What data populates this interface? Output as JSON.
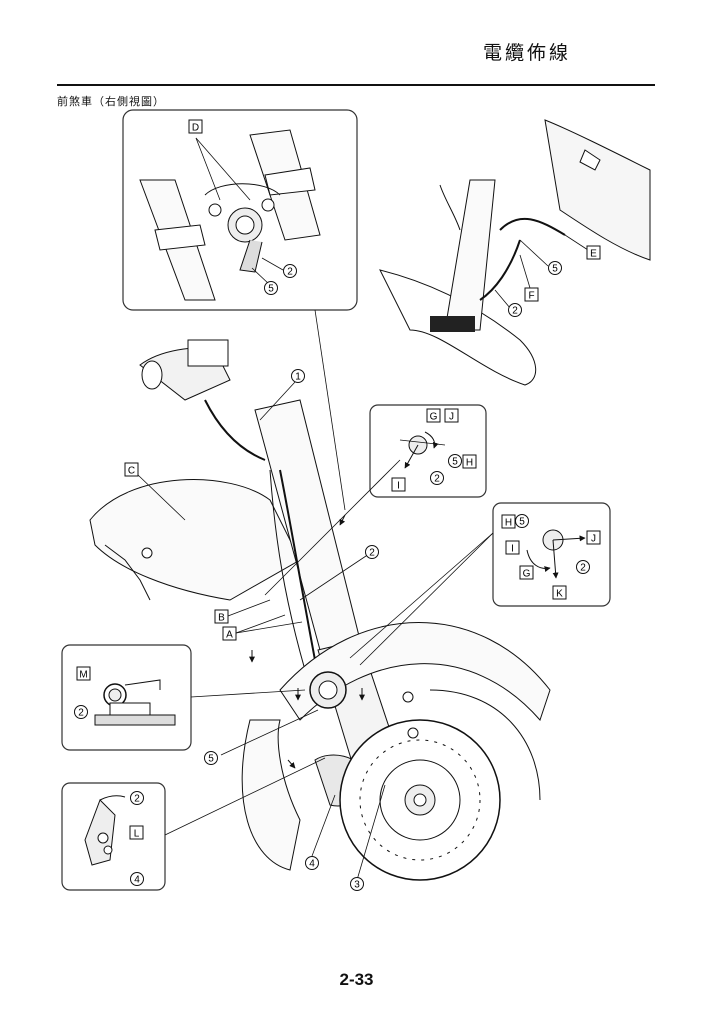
{
  "header": {
    "title": "電纜佈線"
  },
  "section": {
    "label": "前煞車（右側視圖）"
  },
  "page": {
    "number": "2-33"
  },
  "callouts": {
    "n1": "1",
    "n2": "2",
    "n3": "3",
    "n4": "4",
    "n5": "5"
  },
  "letters": {
    "A": "A",
    "B": "B",
    "C": "C",
    "D": "D",
    "E": "E",
    "F": "F",
    "G": "G",
    "H": "H",
    "I": "I",
    "J": "J",
    "K": "K",
    "L": "L",
    "M": "M"
  },
  "colors": {
    "ink": "#111111",
    "panel_stroke": "#333333",
    "fill_light": "#f2f2f2"
  }
}
